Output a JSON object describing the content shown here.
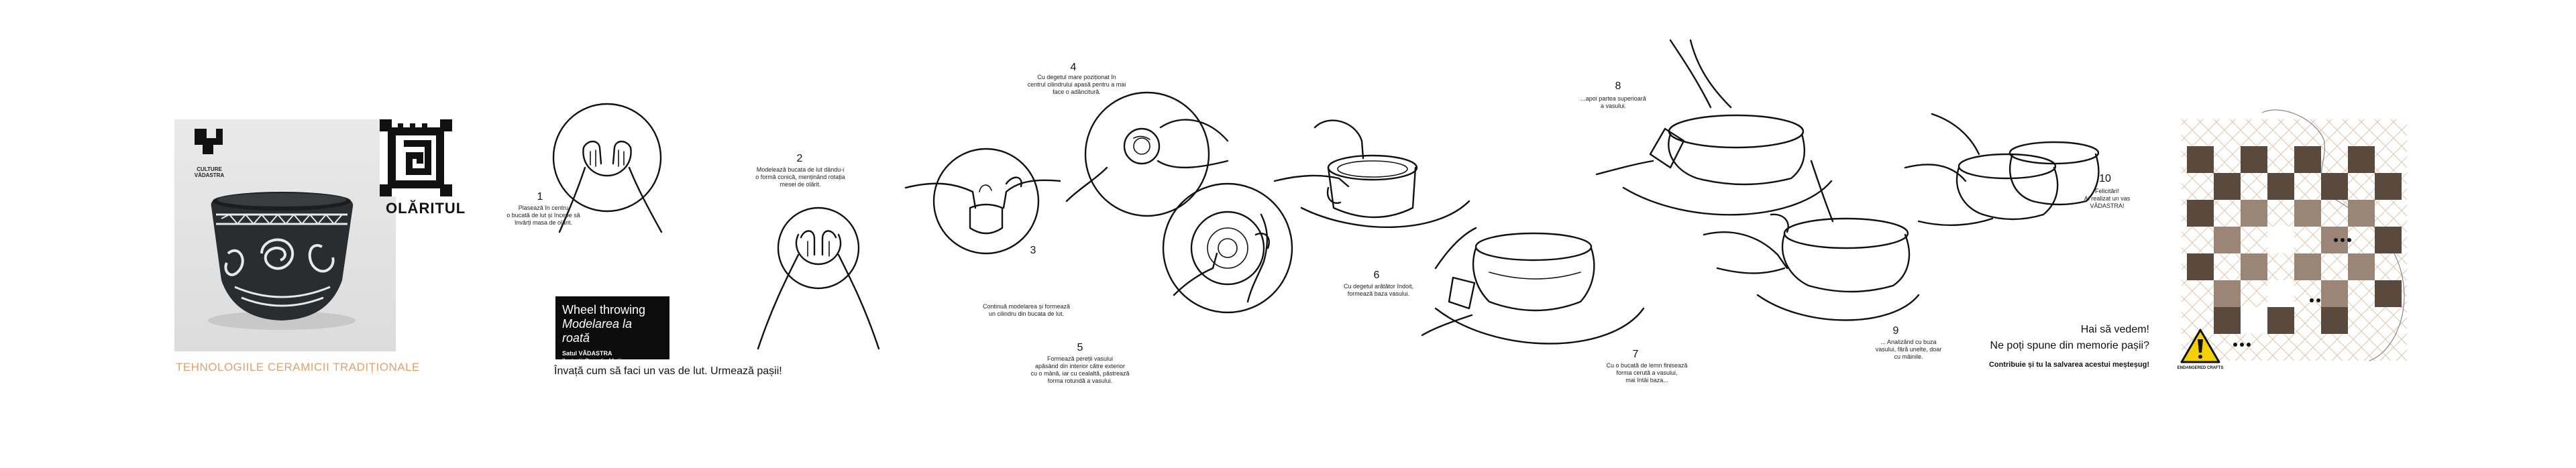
{
  "header": {
    "institution_logo_text": [
      "CULTURE",
      "VĂDASTRA"
    ],
    "brand_label": "OLĂRITUL",
    "series_title": "TEHNOLOGIILE CERAMICII TRADIȚIONALE"
  },
  "info_box": {
    "title": "Wheel throwing",
    "subtitle": "Modelarea la roată",
    "author_line": "Satul VĂDASTRA",
    "illustrator_line": "Ilustrații Cornelia Mațiianu"
  },
  "tagline": "Învață cum să faci un vas de lut. Urmează pașii!",
  "steps": [
    {
      "number": "1",
      "text": [
        "Plasează în centru",
        "o bucată de lut și începe să",
        "învârți masa de olărit."
      ]
    },
    {
      "number": "2",
      "text": [
        "Modelează bucata de lut dându-i",
        "o formă conică, menținând rotația",
        "mesei de olărit."
      ]
    },
    {
      "number": "3",
      "text": [
        "Continuă modelarea și formează",
        "un cilindru din bucata de lut."
      ]
    },
    {
      "number": "4",
      "text": [
        "Cu degetul mare poziționat în",
        "centrul cilindrului apasă pentru a mai",
        "face o adâncitură."
      ]
    },
    {
      "number": "5",
      "text": [
        "Formează pereții vasului",
        "apăsând din interior către exterior",
        "cu o mână, iar cu cealaltă, păstrează",
        "forma rotundă a vasului."
      ]
    },
    {
      "number": "6",
      "text": [
        "Cu degetul arătător îndoit,",
        "formează baza vasului."
      ]
    },
    {
      "number": "7",
      "text": [
        "Cu o bucată de lemn finisează",
        "forma cerută a vasului,",
        "mai întâi baza..."
      ]
    },
    {
      "number": "8",
      "text": [
        "...apoi partea superioară",
        "a vasului."
      ]
    },
    {
      "number": "9",
      "text": [
        "... Analizând cu buza",
        "vasului, fără unelte, doar",
        "cu mâinile."
      ]
    },
    {
      "number": "10",
      "text": [
        "Felicitări!",
        "Ai realizat un vas",
        "VĂDASTRA!"
      ]
    }
  ],
  "cta": {
    "question": "Hai să vedem!",
    "memory": "Ne poți spune din memorie pașii?",
    "contribute": "Contribuie și tu la salvarea acestui meșteșug!",
    "warning_caption": "ENDANGERED CRAFTS"
  },
  "colors": {
    "accent": "#e5a06a",
    "ink": "#111111",
    "pot": "#2a2d30",
    "warning": "#f5d000"
  },
  "icons": [
    "culture-logo-icon",
    "olaritul-pattern-icon",
    "warning-triangle-icon"
  ]
}
